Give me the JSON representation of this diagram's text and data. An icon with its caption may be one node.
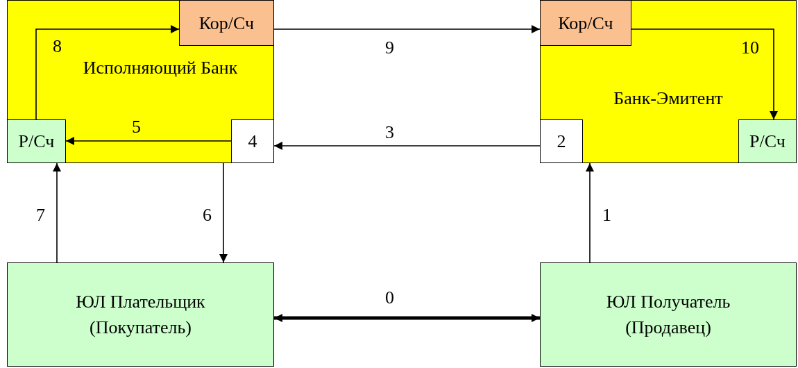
{
  "diagram": {
    "nodes": [
      {
        "text": [
          "Исполняющий Банк"
        ]
      },
      {
        "text": [
          "Кор/Сч"
        ],
        "in": 0
      },
      {
        "text": [
          "Р/Сч"
        ],
        "in": 0
      },
      {
        "text": [
          "4"
        ],
        "in": 0
      },
      {
        "text": [
          "Банк-Эмитент"
        ]
      },
      {
        "text": [
          "Кор/Сч"
        ],
        "in": 4
      },
      {
        "text": [
          "2"
        ],
        "in": 4
      },
      {
        "text": [
          "Р/Сч"
        ],
        "in": 4
      },
      {
        "text": [
          "ЮЛ Плательщик (Покупатель)"
        ]
      },
      {
        "text": [
          "ЮЛ Получатель (Продавец)"
        ]
      }
    ],
    "edges": [
      {
        "from": 8,
        "to": 9,
        "arrow": "both",
        "label": "0",
        "style": "thick"
      },
      {
        "from": 9,
        "to": 4,
        "arrow": "to",
        "label": "1"
      },
      {
        "from": 6,
        "to": 3,
        "arrow": "to",
        "label": "3"
      },
      {
        "from": 3,
        "to": 2,
        "arrow": "to",
        "label": "5"
      },
      {
        "from": 0,
        "to": 8,
        "arrow": "to",
        "label": "6"
      },
      {
        "from": 8,
        "to": 2,
        "arrow": "to",
        "label": "7"
      },
      {
        "from": 2,
        "to": 1,
        "arrow": "to",
        "label": "8"
      },
      {
        "from": 1,
        "to": 5,
        "arrow": "to",
        "label": "9"
      },
      {
        "from": 5,
        "to": 7,
        "arrow": "to",
        "label": "10"
      }
    ]
  }
}
